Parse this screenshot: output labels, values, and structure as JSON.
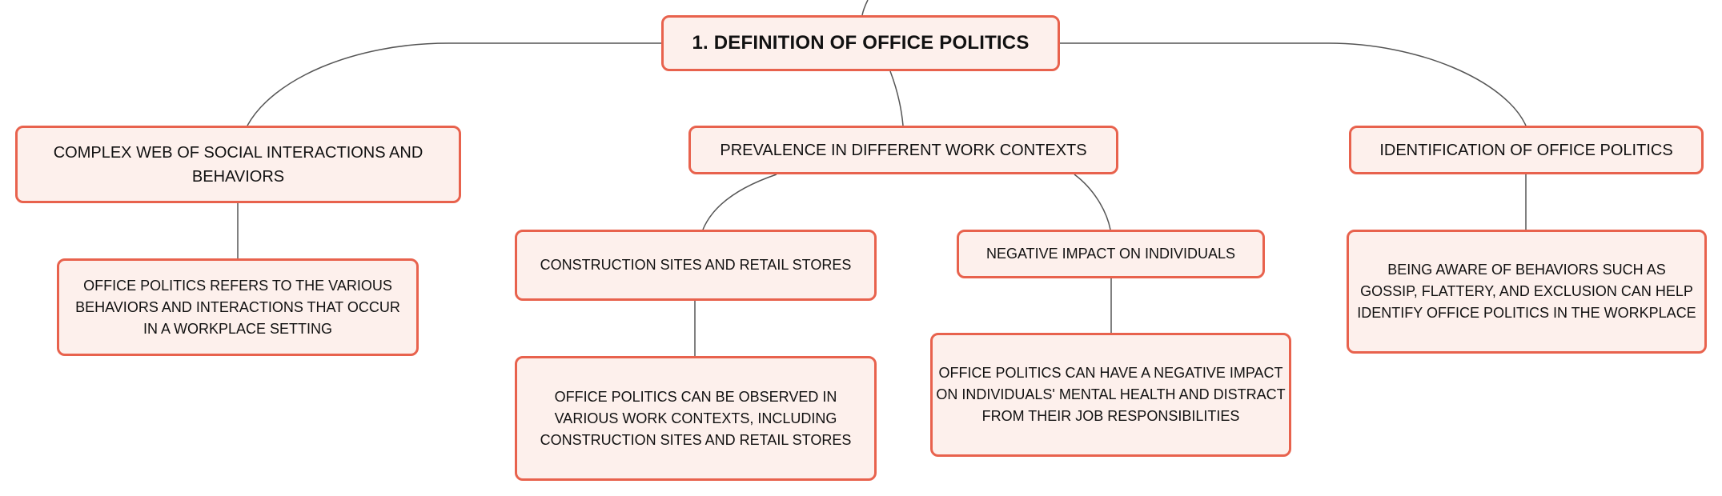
{
  "colors": {
    "node_fill": "#fdf0ec",
    "node_border": "#e8624d",
    "connector": "#555555",
    "text": "#111111"
  },
  "root": {
    "label": "1. DEFINITION OF OFFICE POLITICS"
  },
  "branches": [
    {
      "label": "COMPLEX WEB OF SOCIAL INTERACTIONS AND BEHAVIORS",
      "children": [
        {
          "label": "OFFICE POLITICS REFERS TO THE VARIOUS BEHAVIORS AND INTERACTIONS THAT OCCUR IN A WORKPLACE SETTING"
        }
      ]
    },
    {
      "label": "PREVALENCE IN DIFFERENT WORK CONTEXTS",
      "children": [
        {
          "label": "CONSTRUCTION SITES AND RETAIL STORES",
          "children": [
            {
              "label": "OFFICE POLITICS CAN BE OBSERVED IN VARIOUS WORK CONTEXTS, INCLUDING CONSTRUCTION SITES AND RETAIL STORES"
            }
          ]
        },
        {
          "label": "NEGATIVE IMPACT ON INDIVIDUALS",
          "children": [
            {
              "label": "OFFICE POLITICS CAN HAVE A NEGATIVE IMPACT ON INDIVIDUALS' MENTAL HEALTH AND DISTRACT FROM THEIR JOB RESPONSIBILITIES"
            }
          ]
        }
      ]
    },
    {
      "label": "IDENTIFICATION OF OFFICE POLITICS",
      "children": [
        {
          "label": "BEING AWARE OF BEHAVIORS SUCH AS GOSSIP, FLATTERY, AND EXCLUSION CAN HELP IDENTIFY OFFICE POLITICS IN THE WORKPLACE"
        }
      ]
    }
  ]
}
